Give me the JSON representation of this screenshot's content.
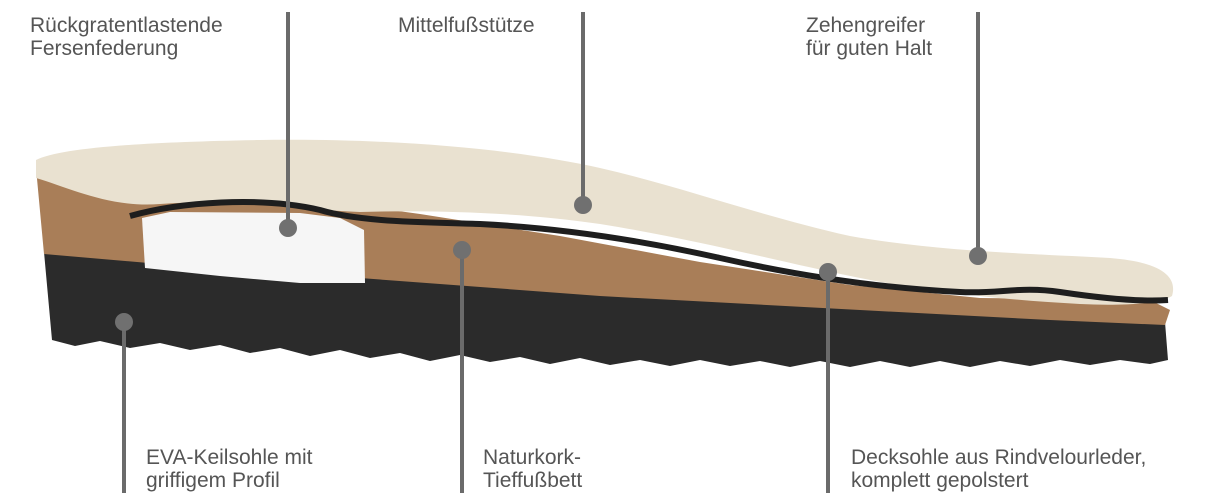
{
  "colors": {
    "background": "#ffffff",
    "label_text": "#555555",
    "leader_line": "#6b6b6b",
    "marker_dot": "#707070",
    "eva_sole": "#2b2b2b",
    "cork": "#a97e58",
    "suede_top": "#e9e1d0",
    "heel_spring": "#f6f6f6",
    "latex_layer": "#1e1e1e"
  },
  "labels": {
    "heel_spring": [
      "Rückgratentlastende",
      "Fersenfederung"
    ],
    "arch_support": [
      "Mittelfußstütze"
    ],
    "toe_grip": [
      "Zehengreifer",
      "für guten Halt"
    ],
    "eva_sole": [
      "EVA-Keilsohle mit",
      "griffigem Profil"
    ],
    "cork_bed": [
      "Naturkork-",
      "Tieffußbett"
    ],
    "top_sole": [
      "Decksohle aus Rindvelourleder,",
      "komplett gepolstert"
    ]
  }
}
